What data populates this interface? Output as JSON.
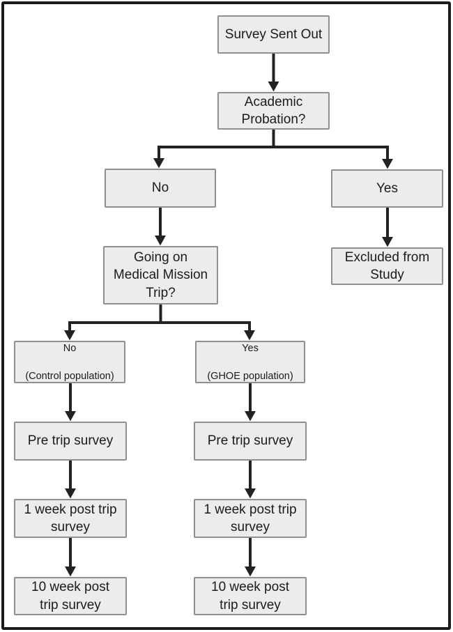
{
  "diagram": {
    "type": "flowchart",
    "description": "Study enrollment flowchart for survey participation"
  },
  "nodes": {
    "survey_sent": {
      "label": "Survey Sent Out"
    },
    "academic_probation": {
      "label": "Academic\nProbation?"
    },
    "probation_no": {
      "label": "No"
    },
    "probation_yes": {
      "label": "Yes"
    },
    "excluded": {
      "label": "Excluded from\nStudy"
    },
    "mission_trip": {
      "label": "Going on\nMedical Mission\nTrip?"
    },
    "trip_no": {
      "label": "No",
      "sublabel": "(Control population)"
    },
    "trip_yes": {
      "label": "Yes",
      "sublabel": "(GHOE population)"
    },
    "pre_trip_control": {
      "label": "Pre trip survey"
    },
    "pre_trip_ghoe": {
      "label": "Pre trip survey"
    },
    "week1_control": {
      "label": "1 week post trip\nsurvey"
    },
    "week1_ghoe": {
      "label": "1 week post trip\nsurvey"
    },
    "week10_control": {
      "label": "10 week post\ntrip survey"
    },
    "week10_ghoe": {
      "label": "10 week post\ntrip survey"
    }
  },
  "colors": {
    "node_fill": "#ececec",
    "node_border": "#8f8f8f",
    "arrow": "#222222",
    "text": "#1b1b1b",
    "frame_border": "#1a1a1a"
  }
}
